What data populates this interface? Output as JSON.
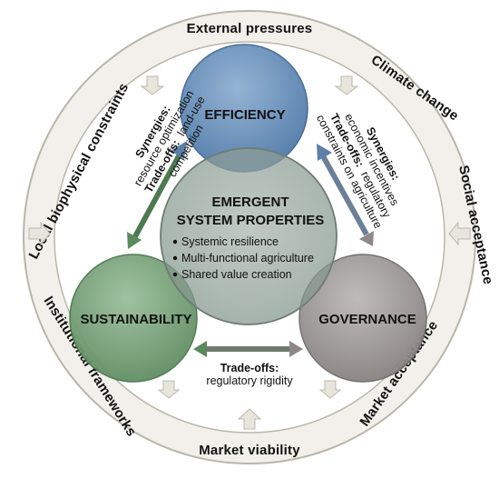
{
  "outer_ring": {
    "top": "External pressures",
    "top_right": "Climate change",
    "right": "Social acceptance",
    "bottom_right": "Market acceptance",
    "bottom": "Market viability",
    "bottom_left": "Institutional frameworks",
    "top_left": "Local biophysical constraints"
  },
  "nodes": {
    "efficiency": "EFFICIENCY",
    "sustainability": "SUSTAINABILITY",
    "governance": "GOVERNANCE"
  },
  "center": {
    "title_line1": "EMERGENT",
    "title_line2": "SYSTEM PROPERTIES",
    "bullets": [
      "Systemic resilience",
      "Multi-functional agriculture",
      "Shared value creation"
    ]
  },
  "links": {
    "efficiency_sustainability": {
      "synergies_label": "Synergies:",
      "synergies_text": "resource optimization",
      "tradeoffs_label": "Trade-offs:",
      "tradeoffs_text_a": "land-use",
      "tradeoffs_text_b": "competition"
    },
    "efficiency_governance": {
      "synergies_label": "Synergies:",
      "synergies_text": "economic incentives",
      "tradeoffs_label": "Trade-offs:",
      "tradeoffs_text_a": "regulatory",
      "tradeoffs_text_b": "constraints on agriculture"
    },
    "sustainability_governance": {
      "tradeoffs_label": "Trade-offs:",
      "tradeoffs_text": "regulatory rigidity"
    }
  },
  "colors": {
    "efficiency": "#5f86b3",
    "sustainability": "#6f9a6f",
    "governance": "#9a9494",
    "center": "#8a9a93",
    "ring": "#f1f0ea",
    "ring_stroke": "#b9b6aa",
    "arrow_outer": "#e4e2d8"
  }
}
